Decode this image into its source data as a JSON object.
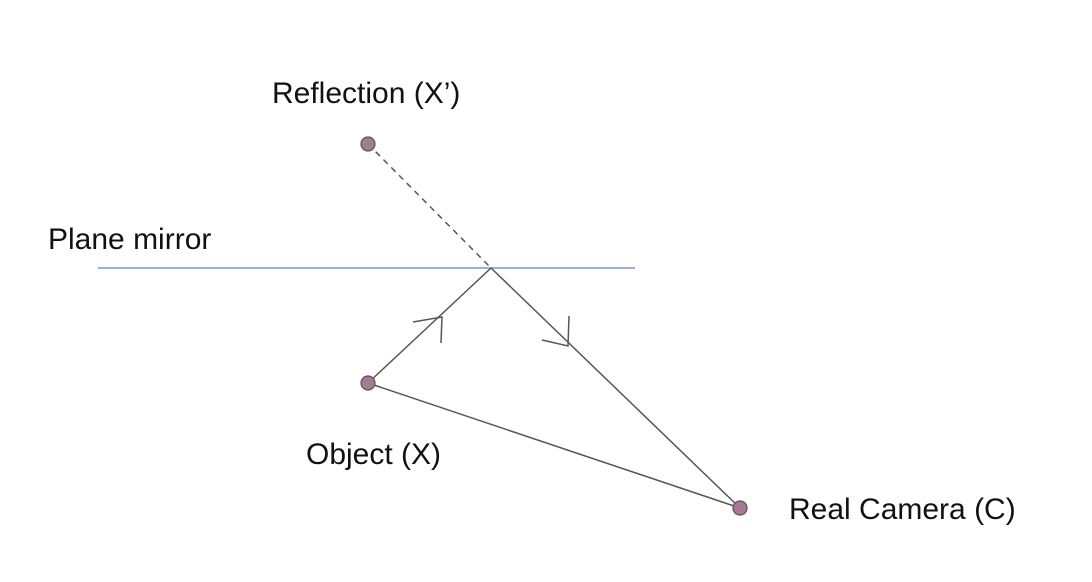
{
  "diagram": {
    "labels": {
      "reflection": "Reflection (X’)",
      "mirror": "Plane mirror",
      "object": "Object (X)",
      "camera": "Real Camera (C)"
    },
    "colors": {
      "mirror_line": "#7b96d4",
      "ray": "#555555",
      "point_fill": "#a97898",
      "point_stroke": "#555555",
      "text": "#111111"
    }
  }
}
